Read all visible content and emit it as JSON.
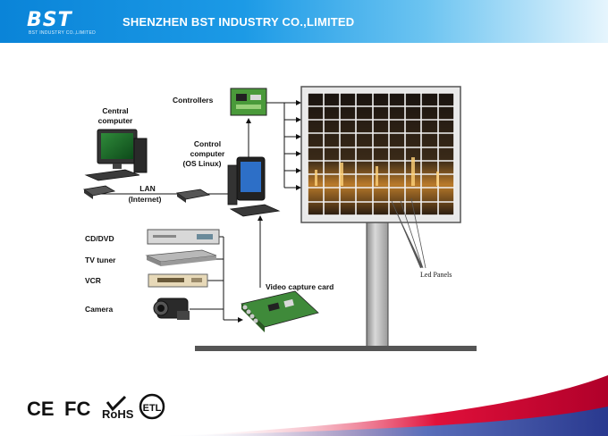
{
  "header": {
    "logo": "BST",
    "logo_sub": "BST INDUSTRY CO.,LIMITED",
    "company": "SHENZHEN BST INDUSTRY CO.,LIMITED"
  },
  "diagram": {
    "central_computer": [
      "Central",
      "computer"
    ],
    "controllers": "Controllers",
    "control_computer": [
      "Control",
      "computer",
      "(OS Linux)"
    ],
    "lan": [
      "LAN",
      "(Internet)"
    ],
    "sources": [
      "CD/DVD",
      "TV tuner",
      "VCR",
      "Camera"
    ],
    "capture_card": "Video capture card",
    "led_panels": "Led Panels"
  },
  "certifications": {
    "ce": "CE",
    "fc": "FC",
    "rohs": "RoHS",
    "etl": "ETL"
  },
  "colors": {
    "banner_blue": "#0a84d8",
    "accent_red": "#e0103a"
  }
}
